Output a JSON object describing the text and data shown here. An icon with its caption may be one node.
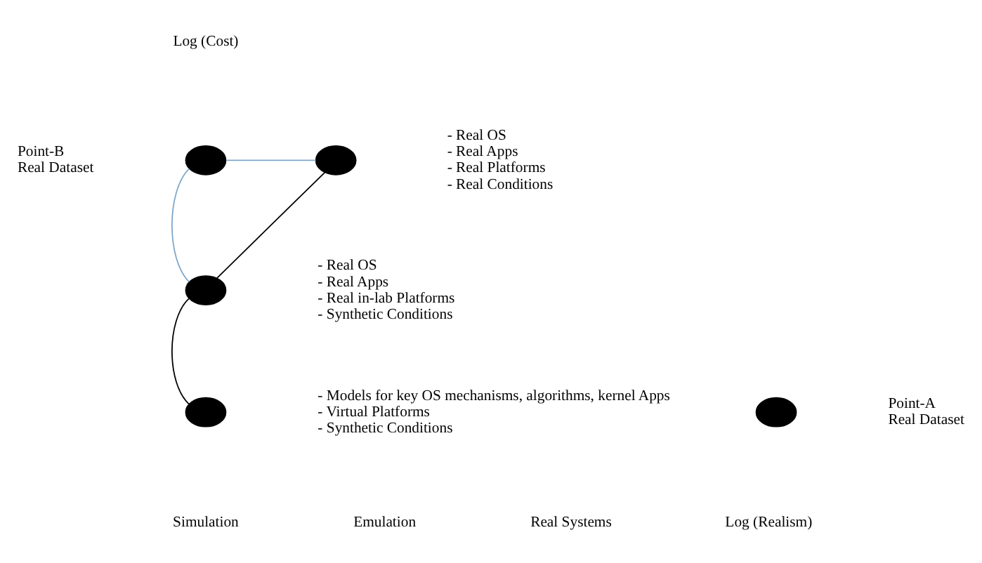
{
  "diagram": {
    "nodes": [
      {
        "text": [],
        "shape": "circle",
        "beside": [
          "- Models for key OS mechanisms, algorithms, kernel Apps",
          "- Virtual Platforms",
          "- Synthetic Conditions"
        ]
      },
      {
        "text": [],
        "shape": "circle",
        "beside": [
          "- Real OS",
          "- Real Apps",
          "- Real in-lab Platforms",
          "- Synthetic Conditions"
        ]
      },
      {
        "text": [],
        "shape": "circle",
        "beside": [
          "Point-B",
          "Real Dataset"
        ]
      },
      {
        "text": [],
        "shape": "circle",
        "beside": [
          "- Real OS",
          "- Real Apps",
          "- Real Platforms",
          "- Real Conditions"
        ]
      },
      {
        "text": [],
        "shape": "circle",
        "beside": [
          "Point-A",
          "Real Dataset"
        ]
      }
    ],
    "edges": [
      {
        "from": 0,
        "to": 1,
        "arrow": "none"
      },
      {
        "from": 1,
        "to": 3,
        "arrow": "none"
      },
      {
        "from": 1,
        "to": 2,
        "arrow": "none",
        "color": "#7fa7c9"
      },
      {
        "from": 2,
        "to": 3,
        "arrow": "none",
        "color": "#7fa7c9"
      }
    ],
    "labels": [
      "Log (Cost)",
      "Log (Realism)",
      "Simulation",
      "Emulation",
      "Real Systems"
    ]
  }
}
